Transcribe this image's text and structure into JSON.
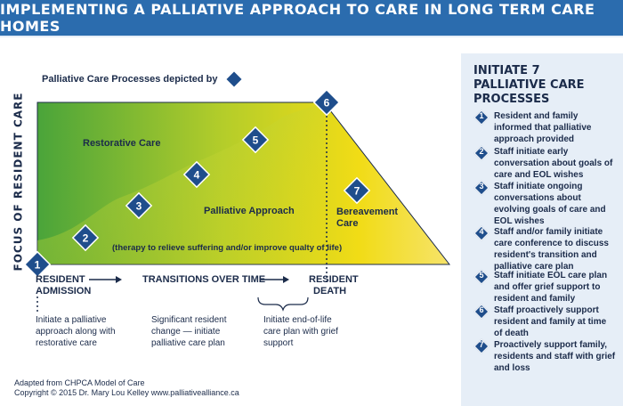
{
  "title": "IMPLEMENTING A PALLIATIVE APPROACH TO CARE IN LONG TERM CARE HOMES",
  "legend_label": "Palliative Care Processes depicted by",
  "y_axis_label": "FOCUS OF RESIDENT CARE",
  "region_labels": {
    "restorative": "Restorative Care",
    "palliative": "Palliative Approach",
    "palliative_note": "(therapy to relieve suffering and/or improve qualty of life)",
    "bereavement_line1": "Bereavement",
    "bereavement_line2": "Care"
  },
  "timeline": {
    "admission_line1": "RESIDENT",
    "admission_line2": "ADMISSION",
    "transitions": "TRANSITIONS OVER TIME",
    "death_line1": "RESIDENT",
    "death_line2": "DEATH"
  },
  "notes": {
    "admission": [
      "Initiate a palliative",
      "approach along with",
      "restorative care"
    ],
    "transition": [
      "Significant resident",
      "change — initiate",
      "palliative care plan"
    ],
    "death": [
      "Initiate end-of-life",
      "care plan with grief",
      "support"
    ]
  },
  "markers": [
    "1",
    "2",
    "3",
    "4",
    "5",
    "6",
    "7"
  ],
  "sidebar": {
    "heading_line1": "INITIATE 7 PALLIATIVE CARE",
    "heading_line2": "PROCESSES",
    "items": [
      {
        "num": "1",
        "text": "Resident and family informed that palliative approach provided"
      },
      {
        "num": "2",
        "text": "Staff initiate early conversation about goals of care and EOL wishes"
      },
      {
        "num": "3",
        "text": "Staff initiate ongoing conversations about evolving goals of care and EOL wishes"
      },
      {
        "num": "4",
        "text": "Staff and/or family initiate care conference to discuss resident's transition and palliative care plan"
      },
      {
        "num": "5",
        "text": "Staff initiate EOL care plan and offer grief support to resident and family"
      },
      {
        "num": "6",
        "text": "Staff proactively support resident and family at time of death"
      },
      {
        "num": "7",
        "text": "Proactively support family, residents and staff with grief and loss"
      }
    ]
  },
  "footer": {
    "line1": "Adapted from CHPCA Model of Care",
    "line2": "Copyright © 2015 Dr. Mary Lou Kelley  www.palliativealliance.ca"
  },
  "colors": {
    "title_bg": "#2b6cae",
    "marker": "#1f4e8c",
    "restorative_green": "#4aa43a",
    "palliative_yellow": "#f1dc16",
    "sidebar_bg": "#e6eef7"
  }
}
